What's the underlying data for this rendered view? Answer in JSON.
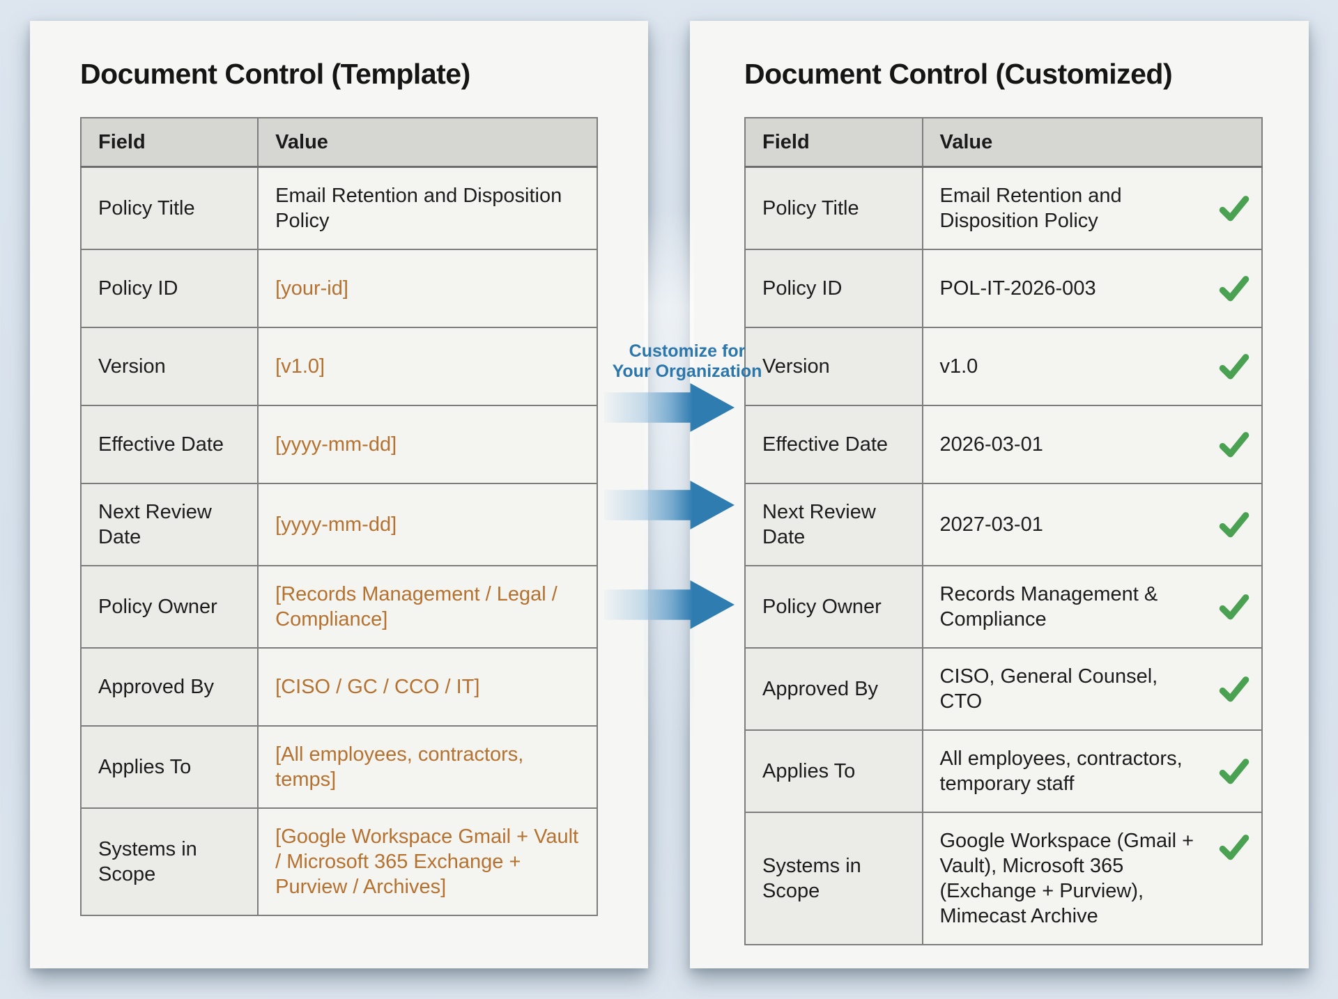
{
  "left_panel": {
    "title": "Document Control (Template)",
    "table": {
      "headers": [
        "Field",
        "Value"
      ],
      "rows": [
        {
          "field": "Policy Title",
          "value": "Email Retention and Disposition Policy"
        },
        {
          "field": "Policy ID",
          "value": "[your-id]"
        },
        {
          "field": "Version",
          "value": "[v1.0]"
        },
        {
          "field": "Effective Date",
          "value": "[yyyy-mm-dd]"
        },
        {
          "field": "Next Review Date",
          "value": "[yyyy-mm-dd]"
        },
        {
          "field": "Policy Owner",
          "value": "[Records Management / Legal / Compliance]"
        },
        {
          "field": "Approved By",
          "value": "[CISO / GC / CCO / IT]"
        },
        {
          "field": "Applies To",
          "value": "[All employees, contractors, temps]"
        },
        {
          "field": "Systems in Scope",
          "value": "[Google Workspace Gmail + Vault / Microsoft 365 Exchange + Purview / Archives]"
        }
      ]
    }
  },
  "right_panel": {
    "title": "Document Control (Customized)",
    "table": {
      "headers": [
        "Field",
        "Value"
      ],
      "rows": [
        {
          "field": "Policy Title",
          "value": "Email Retention and Disposition Policy",
          "verified": true
        },
        {
          "field": "Policy ID",
          "value": "POL-IT-2026-003",
          "verified": true
        },
        {
          "field": "Version",
          "value": "v1.0",
          "verified": true
        },
        {
          "field": "Effective Date",
          "value": "2026-03-01",
          "verified": true
        },
        {
          "field": "Next Review Date",
          "value": "2027-03-01",
          "verified": true
        },
        {
          "field": "Policy Owner",
          "value": "Records Management & Compliance",
          "verified": true
        },
        {
          "field": "Approved By",
          "value": "CISO, General Counsel, CTO",
          "verified": true
        },
        {
          "field": "Applies To",
          "value": "All employees, contractors, temporary staff",
          "verified": true
        },
        {
          "field": "Systems in Scope",
          "value": "Google Workspace (Gmail + Vault), Microsoft 365 (Exchange + Purview), Mimecast Archive",
          "verified": true
        }
      ]
    }
  },
  "connector": {
    "label_line1": "Customize for",
    "label_line2": "Your Organization",
    "arrow_count": 3
  },
  "colors": {
    "background": "#d9e2ec",
    "paper": "#f6f6f4",
    "placeholder_orange": "#b5712f",
    "arrow_blue": "#2f7cb0",
    "label_blue": "#2b76ab",
    "check_green": "#4aa151",
    "table_border": "#7d7d7d",
    "header_gray": "#d6d6d3",
    "field_gray": "#ebebe8"
  }
}
